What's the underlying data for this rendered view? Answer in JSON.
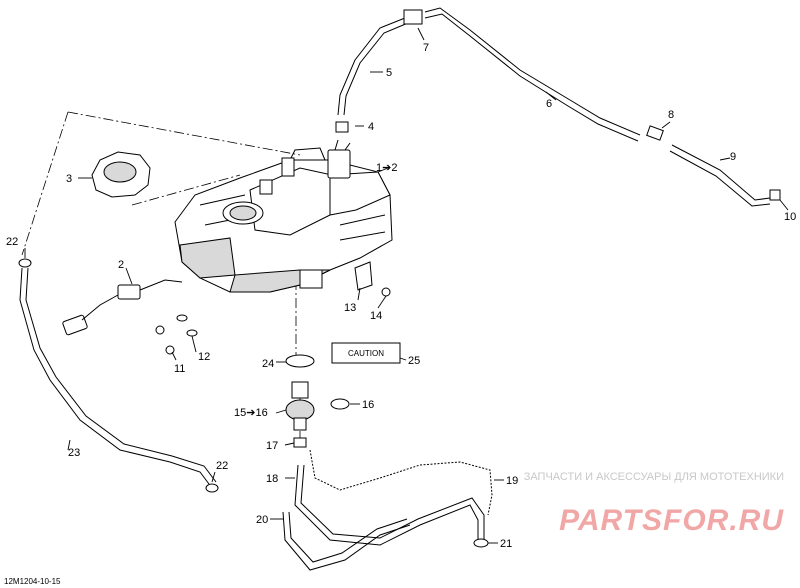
{
  "diagram": {
    "callouts": {
      "c1": "1➔2",
      "c2": "2",
      "c3": "3",
      "c4": "4",
      "c5": "5",
      "c6": "6",
      "c7": "7",
      "c8": "8",
      "c9": "9",
      "c10": "10",
      "c11": "11",
      "c12": "12",
      "c13": "13",
      "c14": "14",
      "c15": "15➔16",
      "c16": "16",
      "c17": "17",
      "c18": "18",
      "c19": "19",
      "c20": "20",
      "c21": "21",
      "c22a": "22",
      "c22b": "22",
      "c23": "23",
      "c24": "24",
      "c25": "25"
    },
    "caution_label": "CAUTION",
    "reference_code": "12M1204-10-15"
  },
  "watermark": {
    "tagline": "ЗАПЧАСТИ И АКСЕССУАРЫ ДЛЯ МОТОТЕХНИКИ",
    "logo": "PARTSFOR.RU"
  }
}
